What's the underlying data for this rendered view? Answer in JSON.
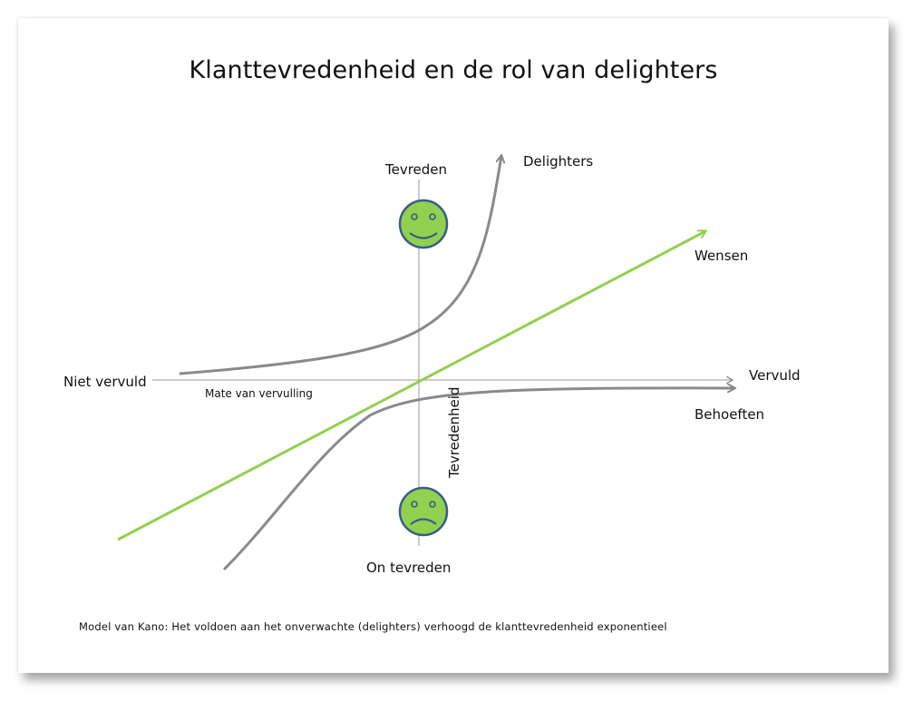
{
  "title": "Klanttevredenheid en de rol van delighters",
  "axes": {
    "x_left": "Niet vervuld",
    "x_right": "Vervuld",
    "x_caption": "Mate van vervulling",
    "y_top": "Tevreden",
    "y_bottom": "On tevreden",
    "y_axis": "Tevredenheid"
  },
  "curves": {
    "delighters": "Delighters",
    "wensen": "Wensen",
    "behoeften": "Behoeften"
  },
  "faces": {
    "happy": "happy-face-icon",
    "sad": "sad-face-icon"
  },
  "colors": {
    "curve_gray": "#8a8a8a",
    "line_green": "#92d050",
    "face_fill": "#92d050",
    "face_stroke": "#385d8a",
    "axis": "#9a9a9a"
  },
  "caption": "Model van Kano: Het voldoen aan het onverwachte (delighters) verhoogd de klanttevredenheid exponentieel"
}
